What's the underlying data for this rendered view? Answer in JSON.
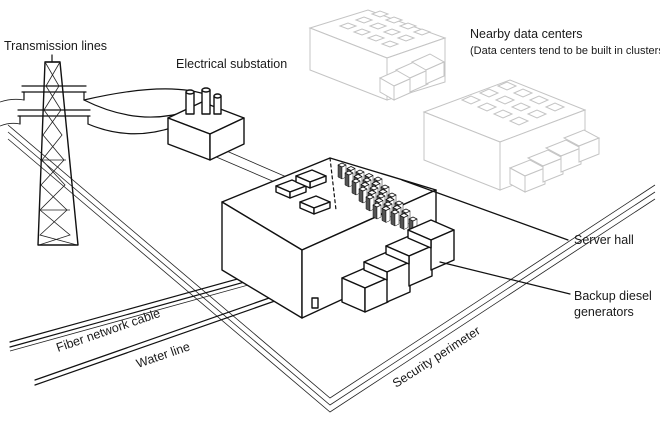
{
  "labels": {
    "transmission_lines": "Transmission lines",
    "electrical_substation": "Electrical substation",
    "nearby_data_centers": "Nearby data centers",
    "nearby_note": "(Data centers tend to be built in clusters)",
    "server_hall": "Server hall",
    "backup_line1": "Backup diesel",
    "backup_line2": "generators",
    "fiber_cable": "Fiber network cable",
    "water_line": "Water line",
    "security_perimeter": "Security perimeter"
  }
}
